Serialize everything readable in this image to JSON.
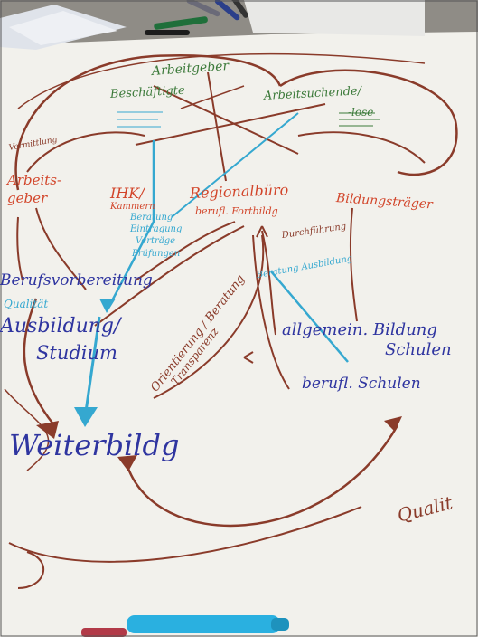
{
  "colors": {
    "table": "#8f8c86",
    "paper": "#f2f1ec",
    "brown": "#8a3b2a",
    "red": "#d2452a",
    "blue": "#2f35a0",
    "green": "#3c7a3a",
    "cyan": "#35a8d0",
    "orange": "#e07a2a"
  },
  "labels": {
    "arbeitgeber": "Arbeitgeber",
    "beschaeftigte": "Beschäftigte",
    "arbeitsuchende": "Arbeitsuchende/",
    "arbeitslose": "-lose",
    "arbeitsgeber": "Arbeits-",
    "geber": "geber",
    "ihk": "IHK/",
    "kammern": "Kammern",
    "regionalbuero": "Regionalbüro",
    "berufl_fortbildung": "berufl. Fortbildg",
    "bildungstraeger": "Bildungsträger",
    "berufsvorbereitung": "Berufsvorbereitung",
    "ausbildung": "Ausbildung/",
    "studium": "Studium",
    "weiterbildung": "Weiterbildg",
    "allgemein": "allgemein. Bildung",
    "schulen": "Schulen",
    "berufl_schulen": "berufl. Schulen",
    "orientierung": "Orientierung / Beratung",
    "transparenz": "Transparenz",
    "qualitaet": "Qualit",
    "durchfuehrung": "Durchführung",
    "beratung": "Beratung",
    "eintragung": "Eintragung",
    "vertraege": "Verträge",
    "pruefungen": "Prüfungen",
    "vermittlung": "Vermittlung",
    "beratung_ausbildung": "Beratung Ausbildung",
    "qualitaet_small": "Qualität"
  }
}
